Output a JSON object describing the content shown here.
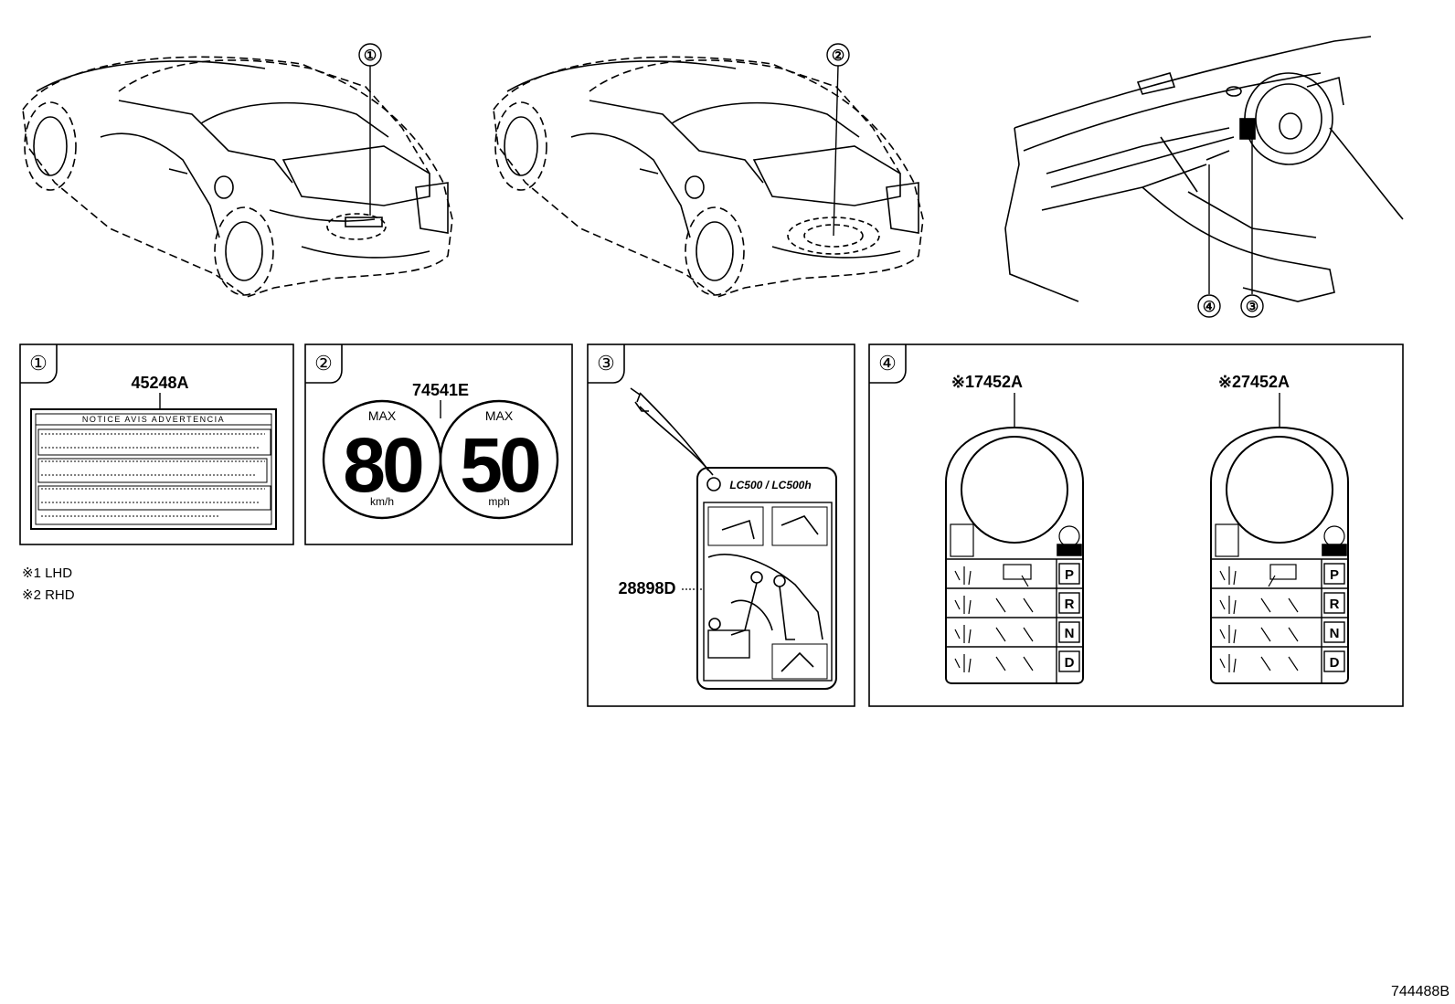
{
  "callouts": [
    "①",
    "②",
    "③",
    "④"
  ],
  "panels": {
    "p1": {
      "num": "①",
      "part": "45248A",
      "label_header": "NOTICE  AVIS  ADVERTENCIA"
    },
    "p2": {
      "num": "②",
      "part": "74541E",
      "left": {
        "top": "MAX",
        "value": "80",
        "unit": "km/h"
      },
      "right": {
        "top": "MAX",
        "value": "50",
        "unit": "mph"
      }
    },
    "p3": {
      "num": "③",
      "part": "28898D",
      "tag_title": "LC500 / LC500h"
    },
    "p4": {
      "num": "④",
      "left_part": "※17452A",
      "right_part": "※27452A",
      "gears": [
        "P",
        "R",
        "N",
        "D"
      ]
    }
  },
  "notes": [
    "※1 LHD",
    "※2 RHD"
  ],
  "figure_id": "744488B"
}
